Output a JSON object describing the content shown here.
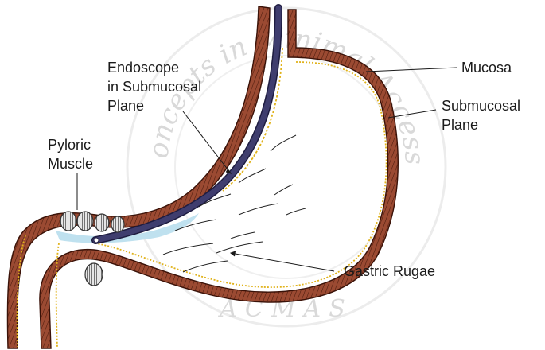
{
  "labels": {
    "endoscope": [
      "Endoscope",
      "in Submucosal",
      "Plane"
    ],
    "pyloric": [
      "Pyloric",
      "Muscle"
    ],
    "mucosa": [
      "Mucosa"
    ],
    "submucosal": [
      "Submucosal",
      "Plane"
    ],
    "rugae": [
      "Gastric Rugae"
    ]
  },
  "watermark": {
    "arc_text": "Recent Concepts in Minimal Access Surgery",
    "bottom_text": "ACMAS"
  },
  "colors": {
    "wall": "#9b4a32",
    "wall_stroke": "#3a1208",
    "mucosa_line": "#e0b21a",
    "endoscope": "#3f3d6e",
    "endoscope_edge": "#1e1c40",
    "submucosal_fill": "#bfe1ef",
    "muscle_fill": "#d8d8d8",
    "watermark": "#d9d9d9"
  }
}
